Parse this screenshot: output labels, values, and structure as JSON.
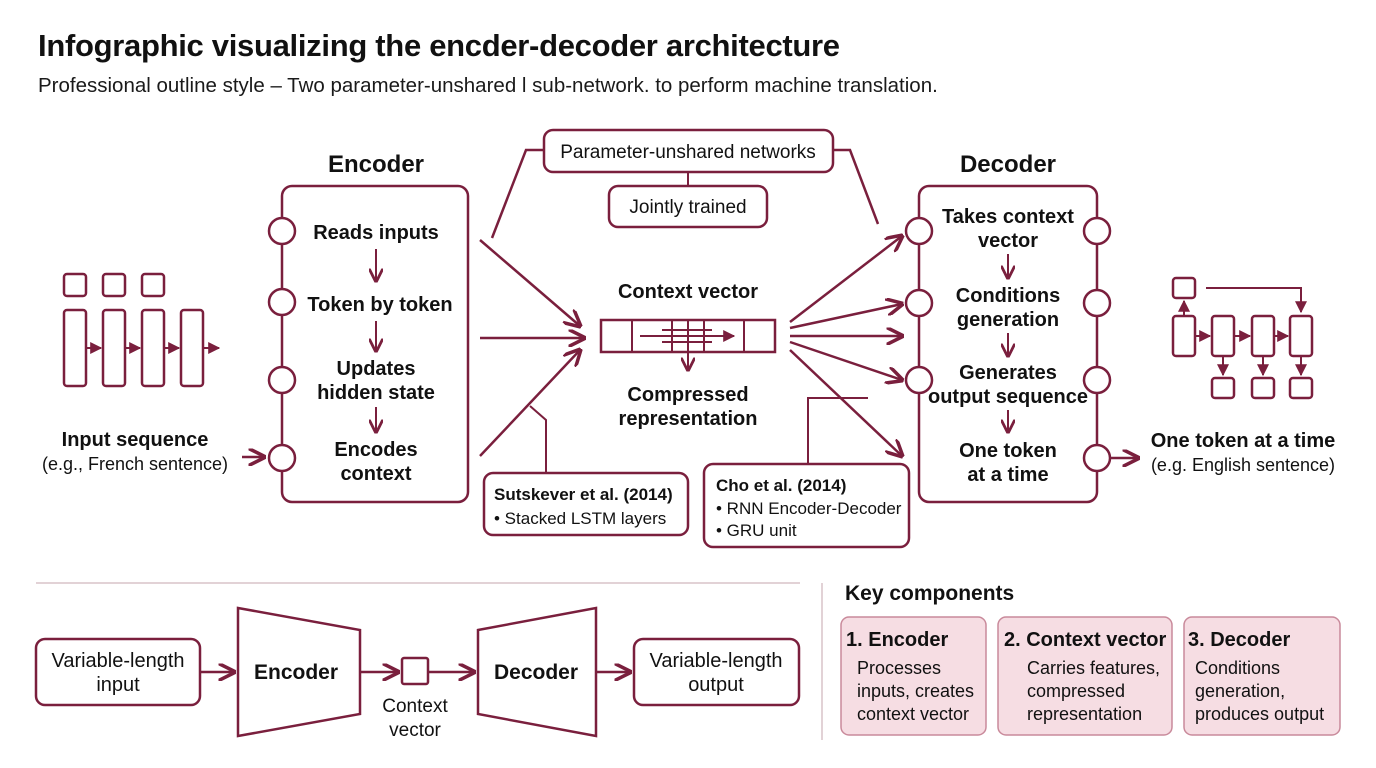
{
  "title": "Infographic visualizing the encder-decoder architecture",
  "subtitle": "Professional outline style – Two parameter-unshared l sub-network. to perform machine translation.",
  "encoder": {
    "heading": "Encoder",
    "steps": [
      "Reads inputs",
      "Token by token",
      "Updates",
      "hidden state",
      "Encodes",
      "context"
    ]
  },
  "decoder": {
    "heading": "Decoder",
    "steps": [
      "Takes context",
      "vector",
      "Conditions",
      "generation",
      "Generates",
      "output sequence",
      "One token",
      "at a time"
    ]
  },
  "top_labels": {
    "parameter": "Parameter-unshared networks",
    "jointly": "Jointly trained"
  },
  "context": {
    "title": "Context vector",
    "caption_line1": "Compressed",
    "caption_line2": "representation"
  },
  "input": {
    "title": "Input sequence",
    "example": "(e.g., French sentence)"
  },
  "output": {
    "title": "One token at a time",
    "example": "(e.g. English sentence)"
  },
  "references": {
    "sutskever": {
      "title": "Sutskever et al. (2014)",
      "items": [
        "• Stacked LSTM layers"
      ]
    },
    "cho": {
      "title": "Cho et al. (2014)",
      "items": [
        "• RNN Encoder-Decoder",
        "• GRU unit"
      ]
    }
  },
  "bottom_flow": {
    "input_line1": "Variable-length",
    "input_line2": "input",
    "encoder": "Encoder",
    "context_line1": "Context",
    "context_line2": "vector",
    "decoder": "Decoder",
    "output_line1": "Variable-length",
    "output_line2": "output"
  },
  "key_components": {
    "heading": "Key components",
    "cards": [
      {
        "title": "1. Encoder",
        "lines": [
          "Processes",
          "inputs, creates",
          "context vector"
        ]
      },
      {
        "title": "2. Context vector",
        "lines": [
          "Carries features,",
          "compressed",
          "representation"
        ]
      },
      {
        "title": "3. Decoder",
        "lines": [
          "Conditions",
          "generation,",
          "produces output"
        ]
      }
    ]
  },
  "colors": {
    "accent": "#7a1f3d",
    "card_fill": "#f6dde3",
    "card_border": "#c98a9b",
    "divider": "#d9c3c9"
  }
}
